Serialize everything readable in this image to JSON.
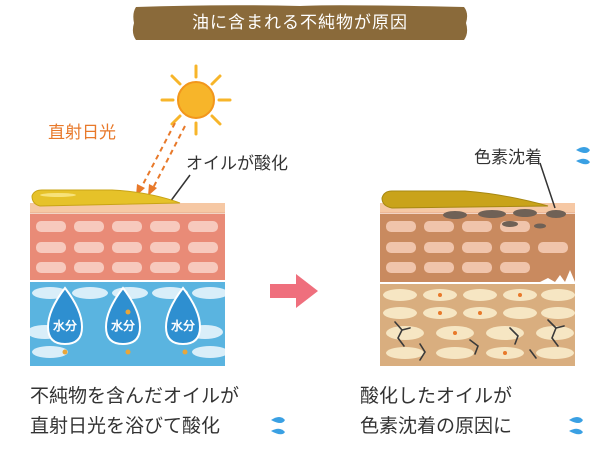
{
  "title": "油に含まれる不純物が原因",
  "labels": {
    "sunlight": "直射日光",
    "oil_oxidation": "オイルが酸化",
    "pigmentation": "色素沈着",
    "water": "水分"
  },
  "captions": {
    "left_line1": "不純物を含んだオイルが",
    "left_line2": "直射日光を浴びて酸化",
    "right_line1": "酸化したオイルが",
    "right_line2": "色素沈着の原因に"
  },
  "colors": {
    "banner": "#8a6a3a",
    "sun": "#f7b52a",
    "sunlight_label": "#e8792a",
    "oil": "#e6c229",
    "skin_top": "#f6c8a4",
    "cells_pink": "#e98b77",
    "cells_blue": "#5ab4e0",
    "water_drop": "#2e8fd0",
    "cells_damaged": "#c98a5f",
    "cells_cream": "#f3dcae",
    "arrow": "#ef6f7d",
    "sweat_icon": "#3aa0e3"
  }
}
